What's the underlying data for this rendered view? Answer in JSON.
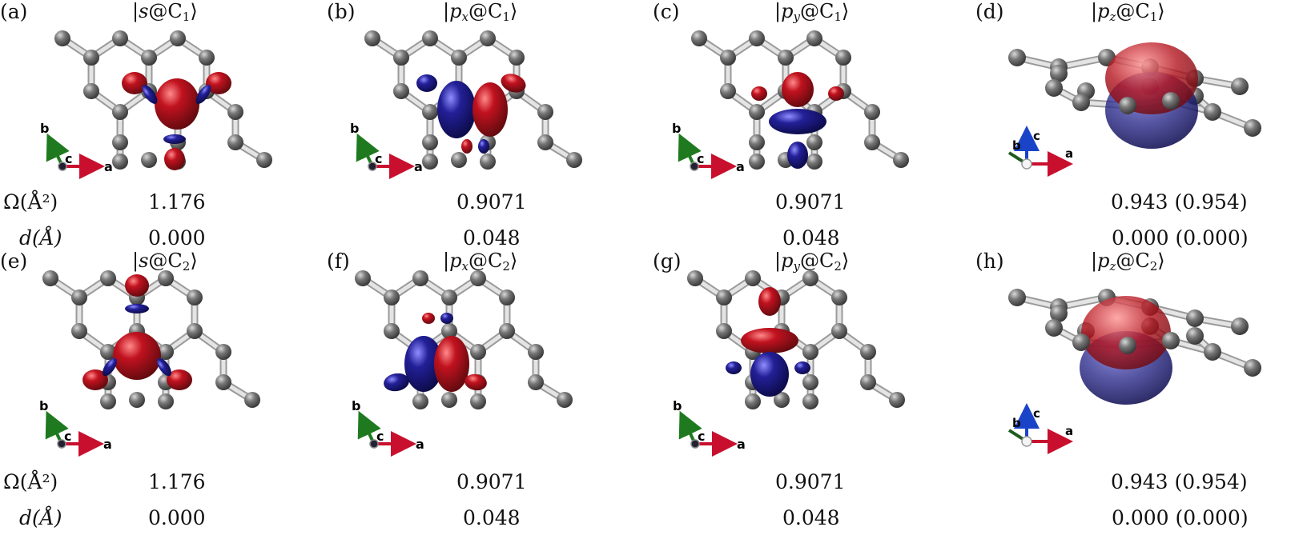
{
  "figure": {
    "rows": [
      {
        "panels": [
          {
            "label": "(a)",
            "ket": "s",
            "atom": "C",
            "idx": "1",
            "omega": "1.176",
            "d": "0.000",
            "view": "top",
            "orbital": "s"
          },
          {
            "label": "(b)",
            "ket": "p",
            "ksub": "x",
            "atom": "C",
            "idx": "1",
            "omega": "0.9071",
            "d": "0.048",
            "view": "top",
            "orbital": "px"
          },
          {
            "label": "(c)",
            "ket": "p",
            "ksub": "y",
            "atom": "C",
            "idx": "1",
            "omega": "0.9071",
            "d": "0.048",
            "view": "top",
            "orbital": "py"
          },
          {
            "label": "(d)",
            "ket": "p",
            "ksub": "z",
            "atom": "C",
            "idx": "1",
            "omega": "0.943 (0.954)",
            "d": "0.000 (0.000)",
            "view": "side",
            "orbital": "pz"
          }
        ]
      },
      {
        "panels": [
          {
            "label": "(e)",
            "ket": "s",
            "atom": "C",
            "idx": "2",
            "omega": "1.176",
            "d": "0.000",
            "view": "top",
            "orbital": "s2"
          },
          {
            "label": "(f)",
            "ket": "p",
            "ksub": "x",
            "atom": "C",
            "idx": "2",
            "omega": "0.9071",
            "d": "0.048",
            "view": "top",
            "orbital": "px2"
          },
          {
            "label": "(g)",
            "ket": "p",
            "ksub": "y",
            "atom": "C",
            "idx": "2",
            "omega": "0.9071",
            "d": "0.048",
            "view": "top",
            "orbital": "py2"
          },
          {
            "label": "(h)",
            "ket": "p",
            "ksub": "z",
            "atom": "C",
            "idx": "2",
            "omega": "0.943 (0.954)",
            "d": "0.000 (0.000)",
            "view": "side",
            "orbital": "pz2"
          }
        ]
      }
    ],
    "row_labels": {
      "omega": "Ω(Å²)",
      "d": "d(Å)"
    },
    "axes": {
      "a": "a",
      "b": "b",
      "c": "c"
    },
    "colors": {
      "positive": "#b0151c",
      "negative": "#1c1a8c",
      "atom": "#6a6a6a",
      "bond": "#d7d7d7",
      "axis_a": "#c8102e",
      "axis_b": "#1f7a1f",
      "axis_c": "#1a44c8"
    }
  }
}
